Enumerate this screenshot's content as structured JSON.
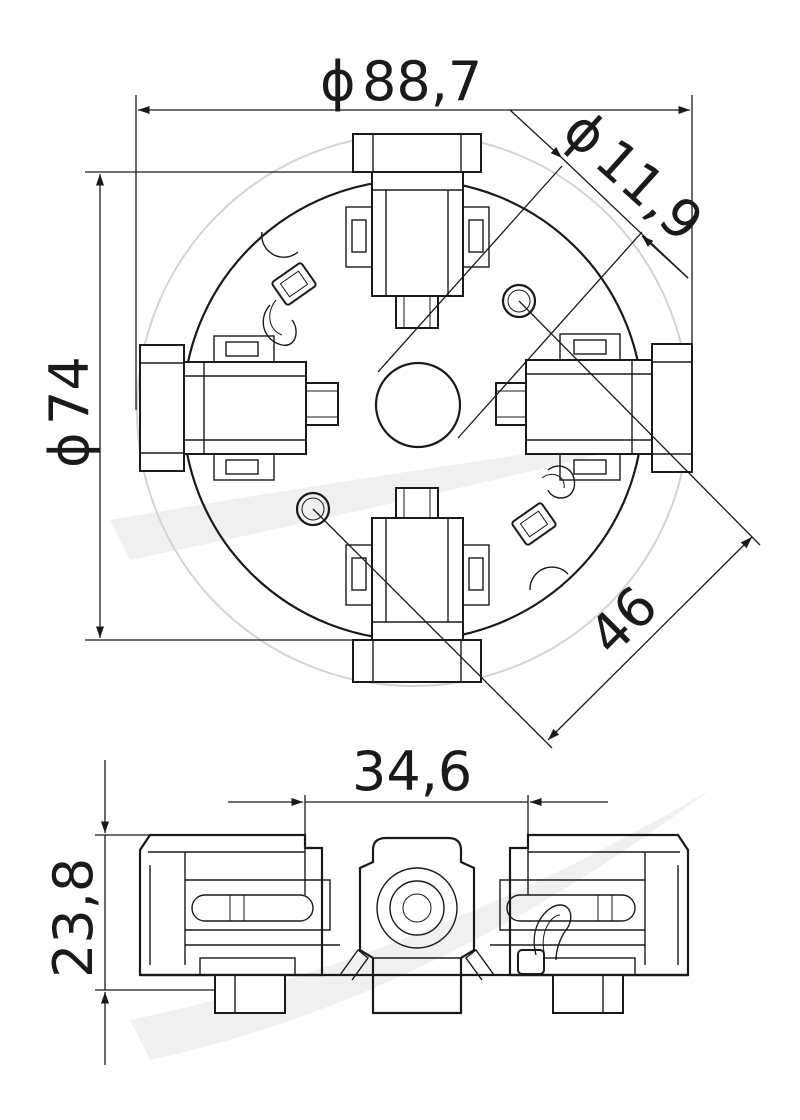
{
  "top_view": {
    "dimensions": {
      "outer_diameter": "88,7",
      "pcd_diameter": "74",
      "hole_diameter": "11,9",
      "hole_spacing": "46"
    },
    "diameter_symbol": "ϕ"
  },
  "side_view": {
    "dimensions": {
      "width": "34,6",
      "height": "23,8"
    }
  },
  "colors": {
    "line": "#1a1a1a",
    "outer_ring": "#d3d3d3",
    "background": "#ffffff"
  }
}
